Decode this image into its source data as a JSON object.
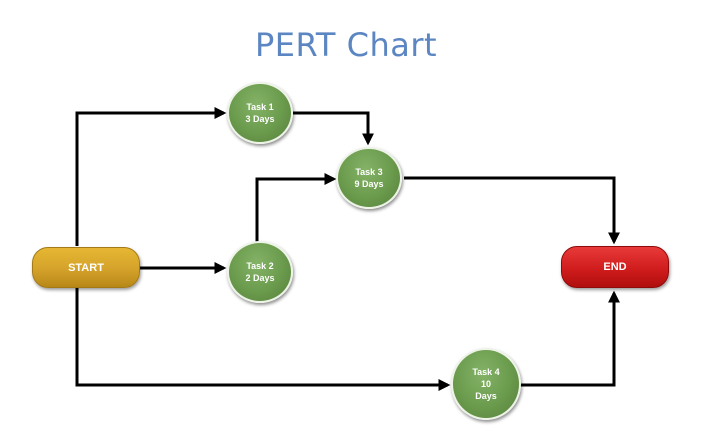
{
  "title": "PERT Chart",
  "nodes": {
    "start": {
      "label": "START",
      "color": "#d4a22a"
    },
    "end": {
      "label": "END",
      "color": "#d01c1c"
    },
    "task1": {
      "name": "Task 1",
      "duration": "3 Days",
      "color": "#6a9a4c"
    },
    "task2": {
      "name": "Task 2",
      "duration": "2 Days",
      "color": "#6a9a4c"
    },
    "task3": {
      "name": "Task 3",
      "duration": "9 Days",
      "color": "#6a9a4c"
    },
    "task4": {
      "name": "Task 4",
      "duration_value": "10",
      "duration_unit": "Days",
      "color": "#6a9a4c"
    }
  },
  "edges": [
    {
      "from": "START",
      "to": "Task 1"
    },
    {
      "from": "START",
      "to": "Task 2"
    },
    {
      "from": "START",
      "to": "Task 4"
    },
    {
      "from": "Task 1",
      "to": "Task 3"
    },
    {
      "from": "Task 2",
      "to": "Task 3"
    },
    {
      "from": "Task 3",
      "to": "END"
    },
    {
      "from": "Task 4",
      "to": "END"
    }
  ],
  "title_color": "#5b86c2"
}
